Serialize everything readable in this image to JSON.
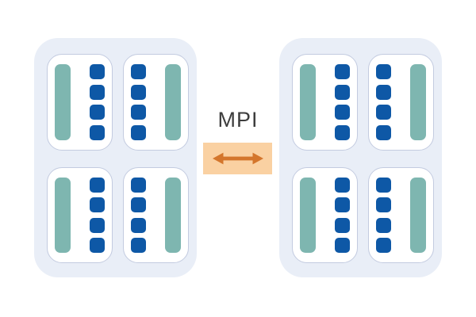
{
  "diagram": {
    "title": "two-node MPI communication diagram",
    "interconnect": {
      "label": "MPI",
      "icon": "double-arrow-icon"
    },
    "cores_per_socket": 4,
    "nodes": [
      {
        "name": "node-left",
        "sockets": [
          {
            "orientation": "bar-left"
          },
          {
            "orientation": "bar-right"
          },
          {
            "orientation": "bar-left"
          },
          {
            "orientation": "bar-right"
          }
        ]
      },
      {
        "name": "node-right",
        "sockets": [
          {
            "orientation": "bar-left"
          },
          {
            "orientation": "bar-right"
          },
          {
            "orientation": "bar-left"
          },
          {
            "orientation": "bar-right"
          }
        ]
      }
    ],
    "colors": {
      "node_fill": "#E9EEF7",
      "socket_fill": "#FFFFFF",
      "socket_border": "#C3CBE0",
      "memory_bar": "#7EB6B0",
      "core_blue": "#0E58A6",
      "mpi_box_fill": "#FAD1A2",
      "mpi_arrow": "#D4762C",
      "label_text": "#3D3D3D"
    }
  }
}
